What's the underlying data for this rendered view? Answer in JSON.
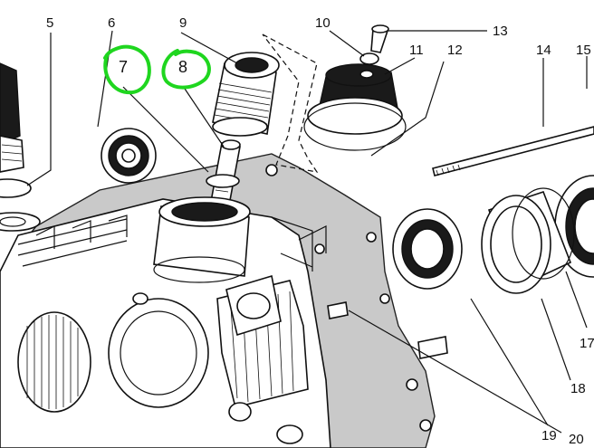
{
  "callouts": {
    "n5": "5",
    "n6": "6",
    "n7": "7",
    "n8": "8",
    "n9": "9",
    "n10": "10",
    "n11": "11",
    "n12": "12",
    "n13": "13",
    "n14": "14",
    "n15": "15",
    "n17": "17",
    "n18": "18",
    "n19": "19",
    "n20": "20"
  },
  "highlight": {
    "color": "#1fd61f",
    "circled": [
      "7",
      "8"
    ]
  }
}
